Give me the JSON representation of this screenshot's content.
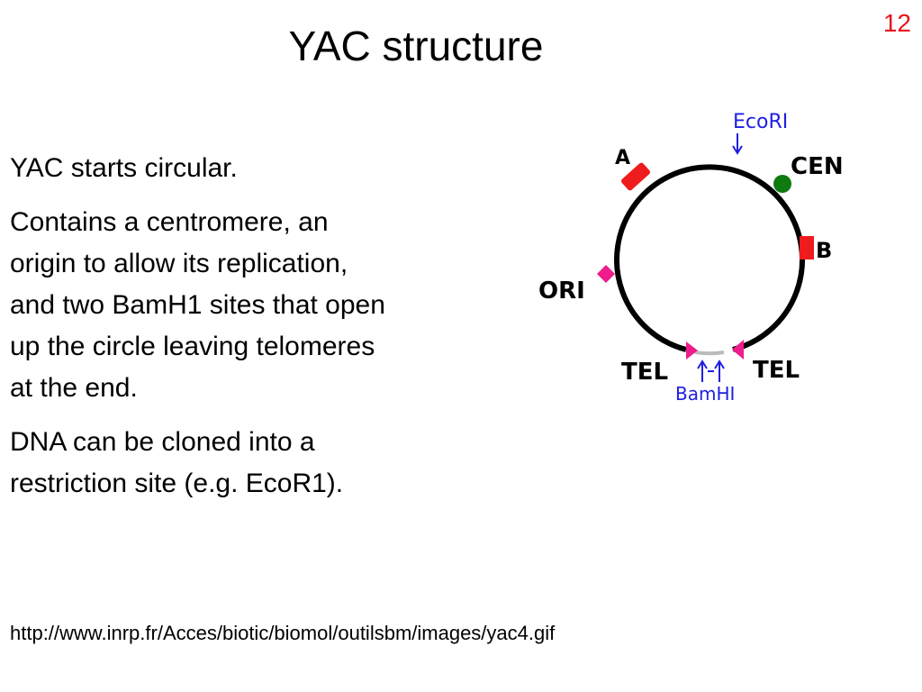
{
  "slide": {
    "number": "12",
    "title": "YAC structure"
  },
  "body": {
    "paragraph_1": "YAC starts circular.",
    "paragraph_2_lines": [
      "Contains a centromere, an",
      "origin to allow its replication,",
      "and two BamH1 sites that open",
      "up the circle leaving telomeres",
      "at the end."
    ],
    "paragraph_3_lines": [
      "DNA can be cloned into a",
      "restriction site (e.g. EcoR1)."
    ]
  },
  "source": "http://www.inrp.fr/Acces/biotic/biomol/outilsbm/images/yac4.gif",
  "diagram": {
    "labels": {
      "ecori": "EcoRI",
      "a": "A",
      "cen": "CEN",
      "b": "B",
      "ori": "ORI",
      "tel_left": "TEL",
      "tel_right": "TEL",
      "bamhi": "BamHI"
    },
    "colors": {
      "marker_red": "#ee1c1c",
      "cen_green": "#0f7a0f",
      "ori_pink": "#ee1c8c",
      "site_blue": "#1f1fe0",
      "backbone": "#000000",
      "gap_grey": "#bbbbbb"
    }
  }
}
